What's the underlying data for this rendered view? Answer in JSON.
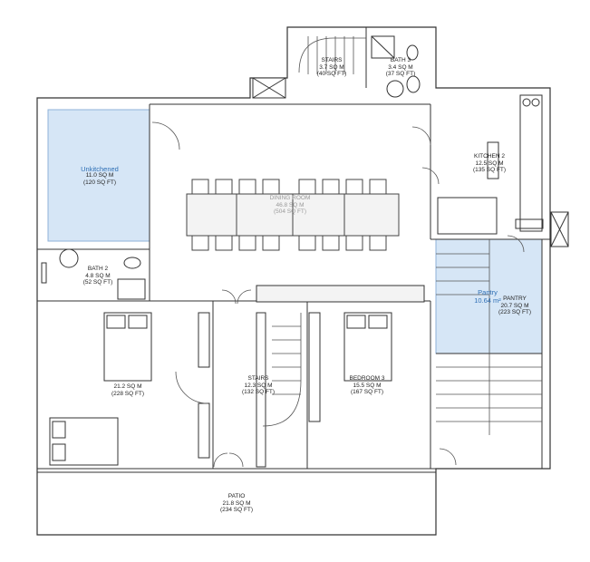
{
  "plan": {
    "rooms": [
      {
        "id": "stairs_top",
        "name": "STAIRS",
        "area_m": "3.7 SQ M",
        "area_ft": "(40 SQ FT)"
      },
      {
        "id": "bath3",
        "name": "BATH 3",
        "area_m": "3.4 SQ M",
        "area_ft": "(37 SQ FT)"
      },
      {
        "id": "kitchen2",
        "name": "KITCHEN 2",
        "area_m": "12.5 SQ M",
        "area_ft": "(135 SQ FT)"
      },
      {
        "id": "bedroom_a",
        "name": "",
        "area_m": "11.0 SQ M",
        "area_ft": "(120 SQ FT)"
      },
      {
        "id": "dining",
        "name": "DINING ROOM",
        "area_m": "46.8 SQ M",
        "area_ft": "(504 SQ FT)"
      },
      {
        "id": "bath2",
        "name": "BATH 2",
        "area_m": "4.8 SQ M",
        "area_ft": "(52 SQ FT)"
      },
      {
        "id": "pantry",
        "name": "PANTRY",
        "area_m": "20.7 SQ M",
        "area_ft": "(223 SQ FT)"
      },
      {
        "id": "bedroom_b",
        "name": "",
        "area_m": "21.2 SQ M",
        "area_ft": "(228 SQ FT)"
      },
      {
        "id": "stairs_mid",
        "name": "STAIRS",
        "area_m": "12.3 SQ M",
        "area_ft": "(132 SQ FT)"
      },
      {
        "id": "bedroom_c",
        "name": "BEDROOM 3",
        "area_m": "15.5 SQ M",
        "area_ft": "(167 SQ FT)"
      },
      {
        "id": "patio",
        "name": "PATIO",
        "area_m": "21.8 SQ M",
        "area_ft": "(234 SQ FT)"
      }
    ],
    "highlights": [
      {
        "id": "unfinished",
        "name": "Unkitchened",
        "color": "#cfe0f3",
        "border": "#8fb2d8"
      },
      {
        "id": "pantry_zone",
        "name": "Pantry",
        "area": "10.64 m²",
        "color": "#cfe0f3",
        "border": "#8fb2d8"
      }
    ],
    "colors": {
      "wall": "#333333",
      "line": "#555555",
      "highlight_text": "#2e6fb5"
    }
  }
}
